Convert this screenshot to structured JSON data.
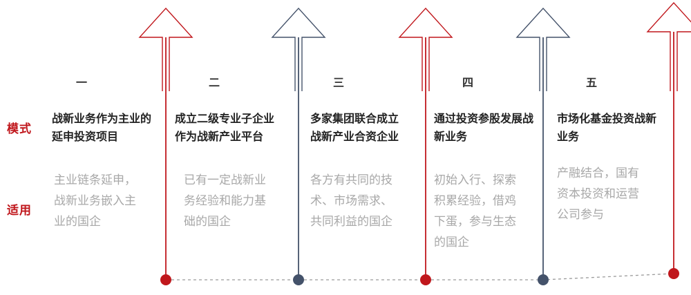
{
  "colors": {
    "red": "#c0171c",
    "navy": "#44526a",
    "connector": "#9a9a9a",
    "label_red": "#c0171c",
    "scope_text": "#a8a8a8"
  },
  "row_labels": {
    "mode": "模式",
    "scope": "适用"
  },
  "columns": [
    {
      "number": "一",
      "mode": [
        "战新业务作为主业的",
        "延申投资项目"
      ],
      "scope": [
        "主业链条延申，",
        "战新业务嵌入主",
        "业的国企"
      ],
      "color": "red"
    },
    {
      "number": "二",
      "mode": [
        "成立二级专业子企业",
        "作为战新产业平台"
      ],
      "scope": [
        "已有一定战新业",
        "务经验和能力基",
        "础的国企"
      ],
      "color": "navy"
    },
    {
      "number": "三",
      "mode": [
        "多家集团联合成立",
        "战新产业合资企业"
      ],
      "scope": [
        "各方有共同的技",
        "术、市场需求、",
        "共同利益的国企"
      ],
      "color": "red"
    },
    {
      "number": "四",
      "mode": [
        "通过投资参股发展战",
        "新业务"
      ],
      "scope": [
        "初始入行、探索",
        "积累经验，借鸡",
        "下蛋，参与生态",
        "的国企"
      ],
      "color": "navy"
    },
    {
      "number": "五",
      "mode": [
        "市场化基金投资战新",
        "业务"
      ],
      "scope": [
        "产融结合，国有",
        "资本投资和运营",
        "公司参与"
      ],
      "color": "red"
    }
  ]
}
